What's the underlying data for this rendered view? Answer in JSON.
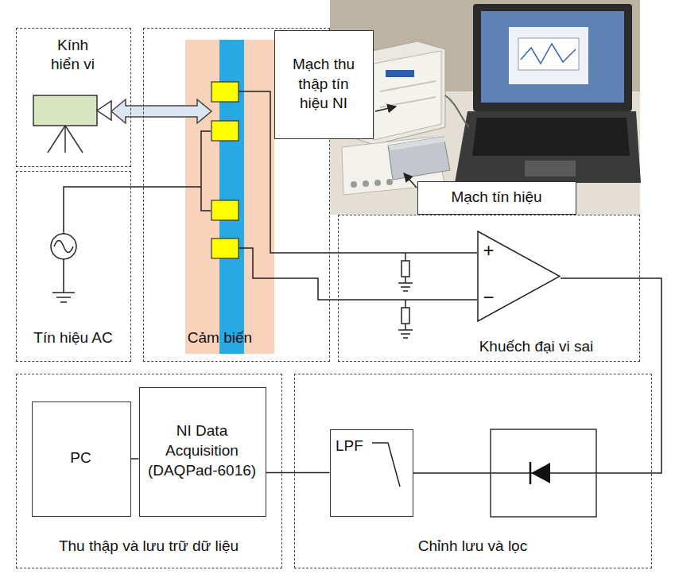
{
  "diagram": {
    "nodes": [
      {
        "text": [
          "Kính hiển vi"
        ]
      },
      {
        "text": [
          "Cảm biến"
        ]
      },
      {
        "text": [
          "Mạch thu thập tín hiệu NI"
        ]
      },
      {
        "text": [
          "Mạch tín hiệu"
        ]
      },
      {
        "text": [
          "Tín hiệu AC"
        ]
      },
      {
        "text": [
          "Khuếch đại vi sai"
        ]
      },
      {
        "text": [
          "+",
          "−"
        ],
        "in": 5
      },
      {
        "text": [
          "Thu thập và lưu trữ dữ liệu"
        ]
      },
      {
        "text": [
          "PC"
        ],
        "in": 7
      },
      {
        "text": [
          "NI Data Acquisition (DAQPad-6016)"
        ],
        "in": 7
      },
      {
        "text": [
          "Chỉnh lưu và lọc"
        ]
      },
      {
        "text": [
          "LPF"
        ],
        "in": 10
      }
    ],
    "edges": [
      {
        "from": 8,
        "to": 9,
        "arrow": "none"
      },
      {
        "from": 9,
        "to": 11,
        "arrow": "none"
      }
    ]
  }
}
